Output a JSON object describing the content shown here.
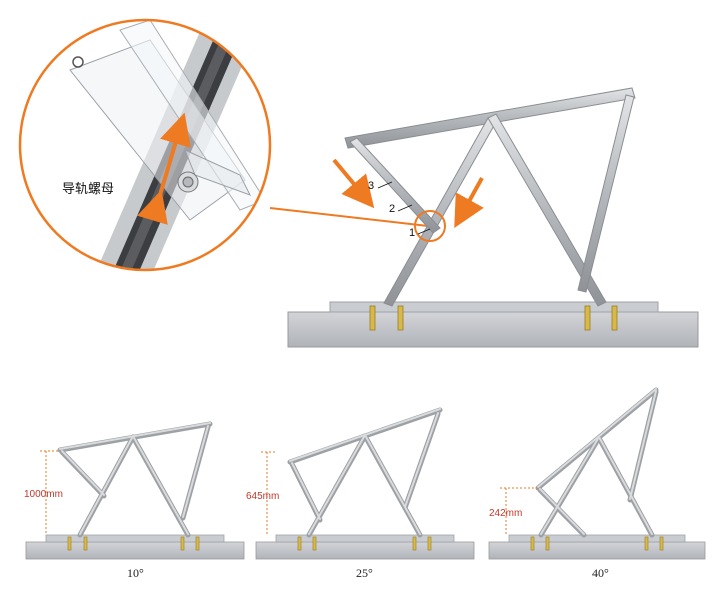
{
  "colors": {
    "accent_orange": "#ee7a22",
    "rail_silver": "#b9bcc0",
    "rail_dark": "#3b3d40",
    "base_gray": "#c4c6cb",
    "anchor_gold": "#d8b84a"
  },
  "callout": {
    "label": "导轨螺母"
  },
  "main": {
    "labels": [
      "1",
      "2",
      "3"
    ]
  },
  "variants": [
    {
      "angle": "10°",
      "height": "1000mm"
    },
    {
      "angle": "25°",
      "height": "645mm"
    },
    {
      "angle": "40°",
      "height": "242mm"
    }
  ]
}
